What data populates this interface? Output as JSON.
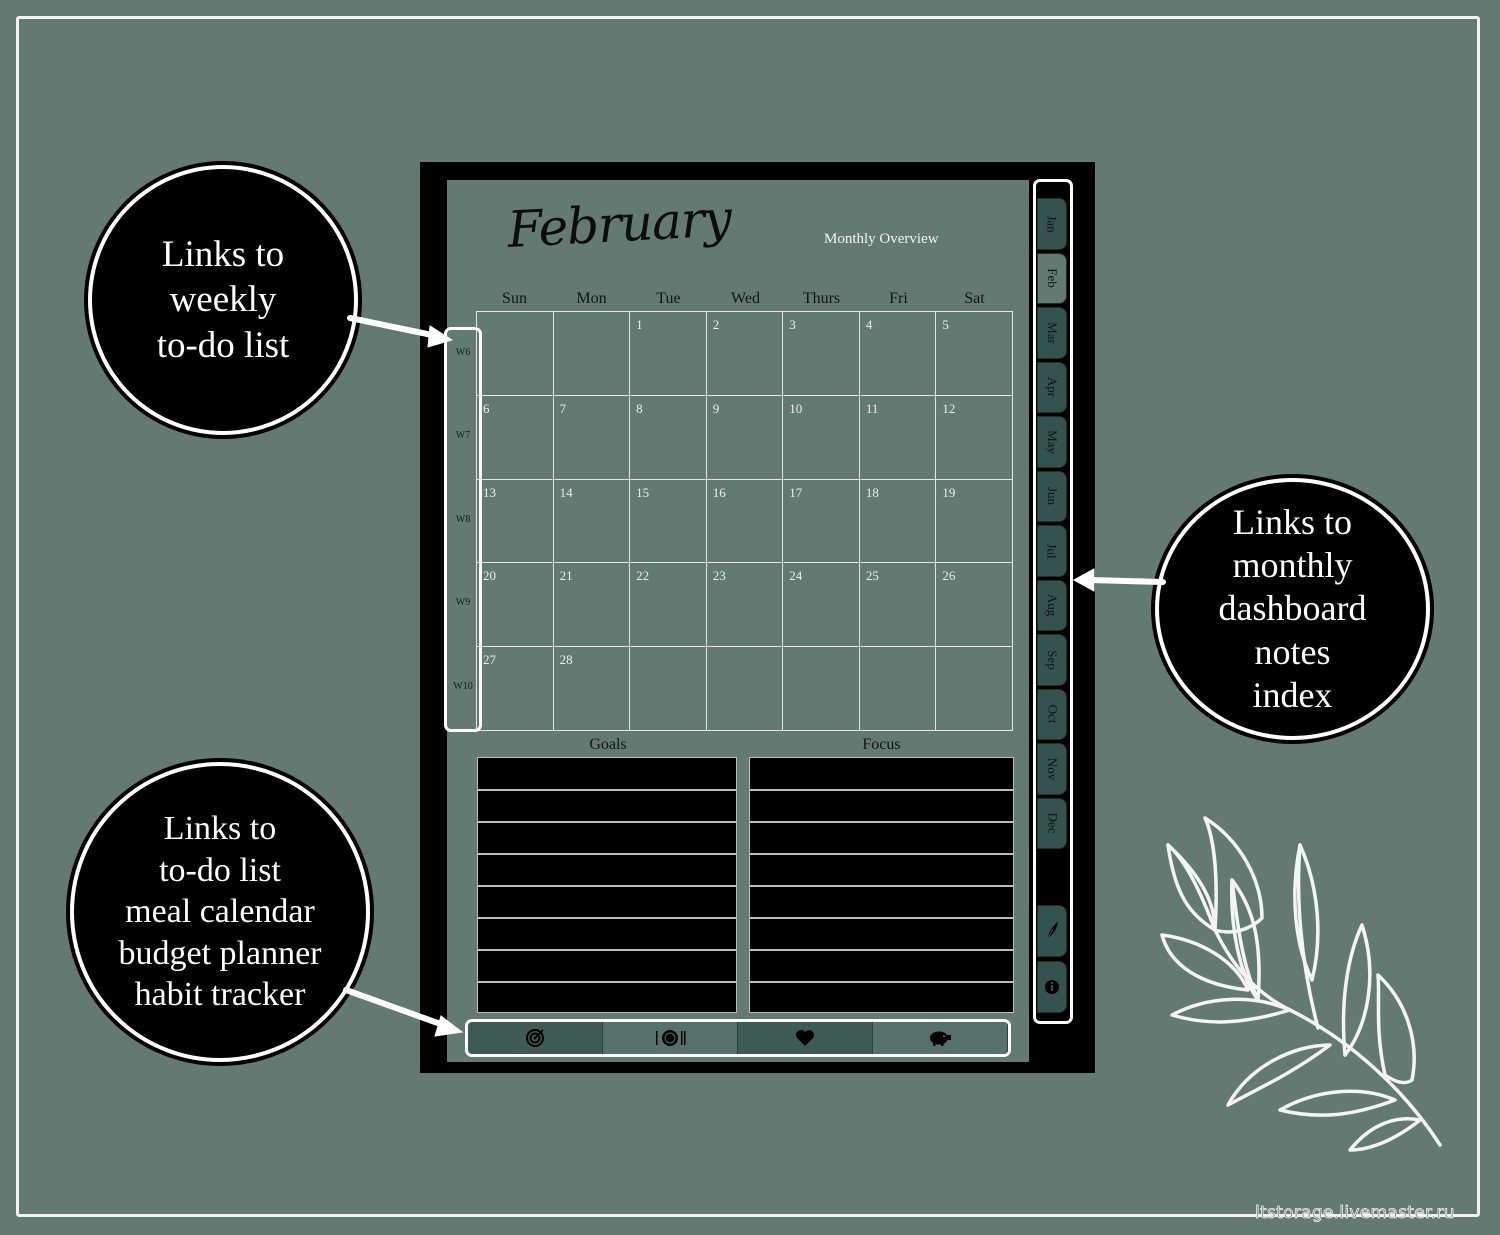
{
  "planner": {
    "month_title": "February",
    "overview_label": "Monthly Overview",
    "weekdays": [
      "Sun",
      "Mon",
      "Tue",
      "Wed",
      "Thurs",
      "Fri",
      "Sat"
    ],
    "days": [
      "",
      "",
      "1",
      "2",
      "3",
      "4",
      "5",
      "6",
      "7",
      "8",
      "9",
      "10",
      "11",
      "12",
      "13",
      "14",
      "15",
      "16",
      "17",
      "18",
      "19",
      "20",
      "21",
      "22",
      "23",
      "24",
      "25",
      "26",
      "27",
      "28",
      "",
      "",
      "",
      "",
      ""
    ],
    "weeks": [
      "W6",
      "W7",
      "W8",
      "W9",
      "W10"
    ],
    "goals_label": "Goals",
    "focus_label": "Focus",
    "bottom_nav": [
      {
        "icon": "target-icon"
      },
      {
        "icon": "meal-icon"
      },
      {
        "icon": "heart-icon"
      },
      {
        "icon": "piggy-bank-icon"
      }
    ],
    "month_tabs": [
      "Jan",
      "Feb",
      "Mar",
      "Apr",
      "May",
      "Jun",
      "Jul",
      "Aug",
      "Sep",
      "Oct",
      "Nov",
      "Dec"
    ],
    "extra_tabs": [
      {
        "icon": "feather-icon"
      },
      {
        "icon": "info-icon"
      }
    ]
  },
  "callouts": {
    "weekly": [
      "Links to",
      "weekly",
      "to-do list"
    ],
    "monthly": [
      "Links to",
      "monthly",
      "dashboard",
      "notes",
      "index"
    ],
    "tools": [
      "Links to",
      "to-do list",
      "meal calendar",
      "budget planner",
      "habit tracker"
    ]
  },
  "watermark": "ltstorage.livemaster.ru",
  "colors": {
    "background": "#627a71",
    "tab": "#35534e",
    "device": "#000000",
    "outline": "#ffffff"
  }
}
